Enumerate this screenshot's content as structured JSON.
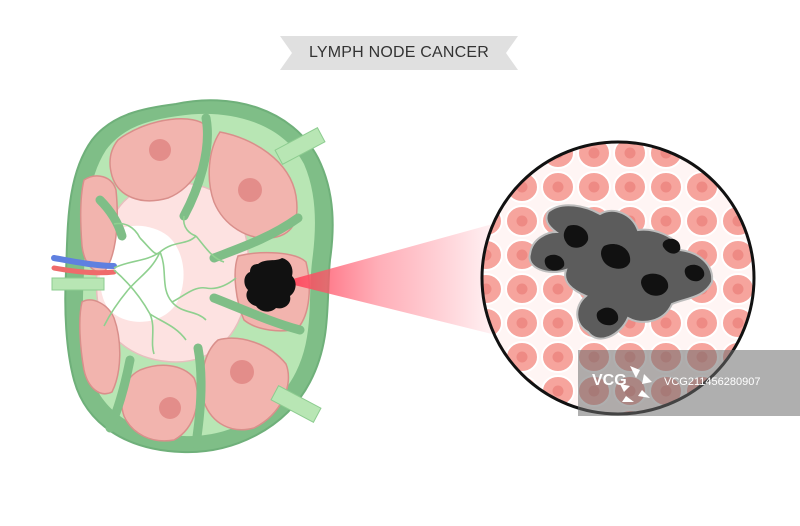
{
  "title": "LYMPH NODE CANCER",
  "watermark": {
    "brand": "VCG",
    "id": "VCG211456280907"
  },
  "colors": {
    "capsule": "#7fbe87",
    "trabecula": "#b8e6b4",
    "follicle": "#f2b4ae",
    "follicle_center": "#e38d8a",
    "medulla": "#fde2e1",
    "tumor": "#111111",
    "beam": "#ff5a6e",
    "cell": "#f6a49d",
    "cell_nucleus": "#ee8a84",
    "cancer_cell": "#5c5c5c",
    "banner": "#e0e0e0"
  },
  "icons": [
    "vcg-logo-icon"
  ]
}
